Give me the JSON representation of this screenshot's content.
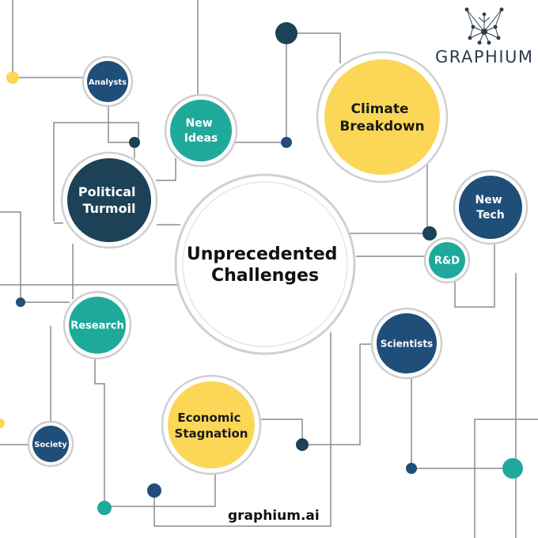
{
  "brand": {
    "name": "GRAPHIUM",
    "logo_icon": "network-butterfly-icon",
    "website": "graphium.ai"
  },
  "colors": {
    "navy": "#1f4e79",
    "dark_teal": "#1d4257",
    "teal": "#1fa99a",
    "yellow": "#fcd757",
    "line": "#8c8c8c",
    "white": "#ffffff"
  },
  "nodes": {
    "center": "Unprecedented Challenges",
    "climate": "Climate Breakdown",
    "political": "Political Turmoil",
    "economic": "Economic Stagnation",
    "new_ideas": "New Ideas",
    "research": "Research",
    "rnd": "R&D",
    "analysts": "Analysts",
    "new_tech": "New Tech",
    "scientists": "Scientists",
    "society": "Society"
  }
}
